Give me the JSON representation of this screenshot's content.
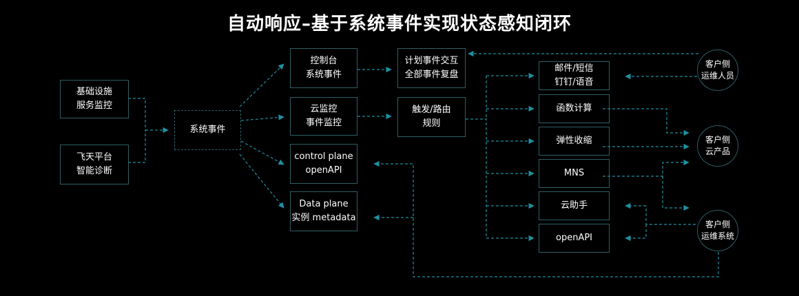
{
  "title": "自动响应–基于系统事件实现状态感知闭环",
  "colors": {
    "background": "#000000",
    "border": "#2f5f66",
    "arrow": "#1f8fa0",
    "text": "#ffffff"
  },
  "sources": {
    "infra": {
      "line1": "基础设施",
      "line2": "服务监控"
    },
    "feitian": {
      "line1": "飞天平台",
      "line2": "智能诊断"
    }
  },
  "system_event": {
    "label": "系统事件"
  },
  "channels": {
    "console": {
      "line1": "控制台",
      "line2": "系统事件"
    },
    "cloudmonitor": {
      "line1": "云监控",
      "line2": "事件监控"
    },
    "control_plane": {
      "line1": "control plane",
      "line2": "openAPI"
    },
    "data_plane": {
      "line1": "Data plane",
      "line2": "实例 metadata"
    }
  },
  "processing": {
    "plan": {
      "line1": "计划事件交互",
      "line2": "全部事件复盘"
    },
    "rule": {
      "line1": "触发/路由",
      "line2": "规则"
    }
  },
  "targets": {
    "notify": {
      "line1": "邮件/短信",
      "line2": "钉钉/语音"
    },
    "fc": {
      "label": "函数计算"
    },
    "ess": {
      "label": "弹性收缩"
    },
    "mns": {
      "label": "MNS"
    },
    "assistant": {
      "label": "云助手"
    },
    "openapi": {
      "label": "openAPI"
    }
  },
  "customers": {
    "ops": {
      "line1": "客户侧",
      "line2": "运维人员"
    },
    "product": {
      "line1": "客户侧",
      "line2": "云产品"
    },
    "system": {
      "line1": "客户侧",
      "line2": "运维系统"
    }
  }
}
